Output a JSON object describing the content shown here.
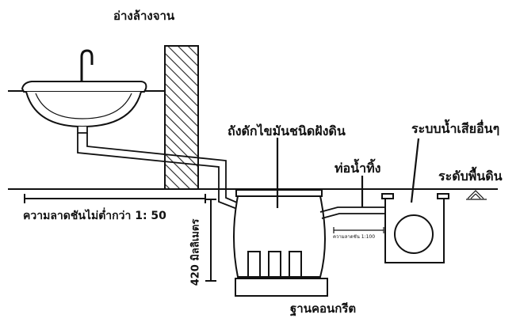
{
  "labels": {
    "sink": "อ่างล้างจาน",
    "grease_trap": "ถังดักไขมันชนิดฝังดิน",
    "other_drain": "ระบบน้ำเสียอื่นๆ",
    "outlet_pipe": "ท่อน้ำทิ้ง",
    "ground_level": "ระดับพื้นดิน",
    "slope_note": "ความลาดชันไม่ต่ำกว่า 1: 50",
    "depth_note": "420 มิลลิเมตร",
    "small_slope_note": "ความลาดชัน 1:100",
    "concrete_base": "ฐานคอนกรีต"
  }
}
